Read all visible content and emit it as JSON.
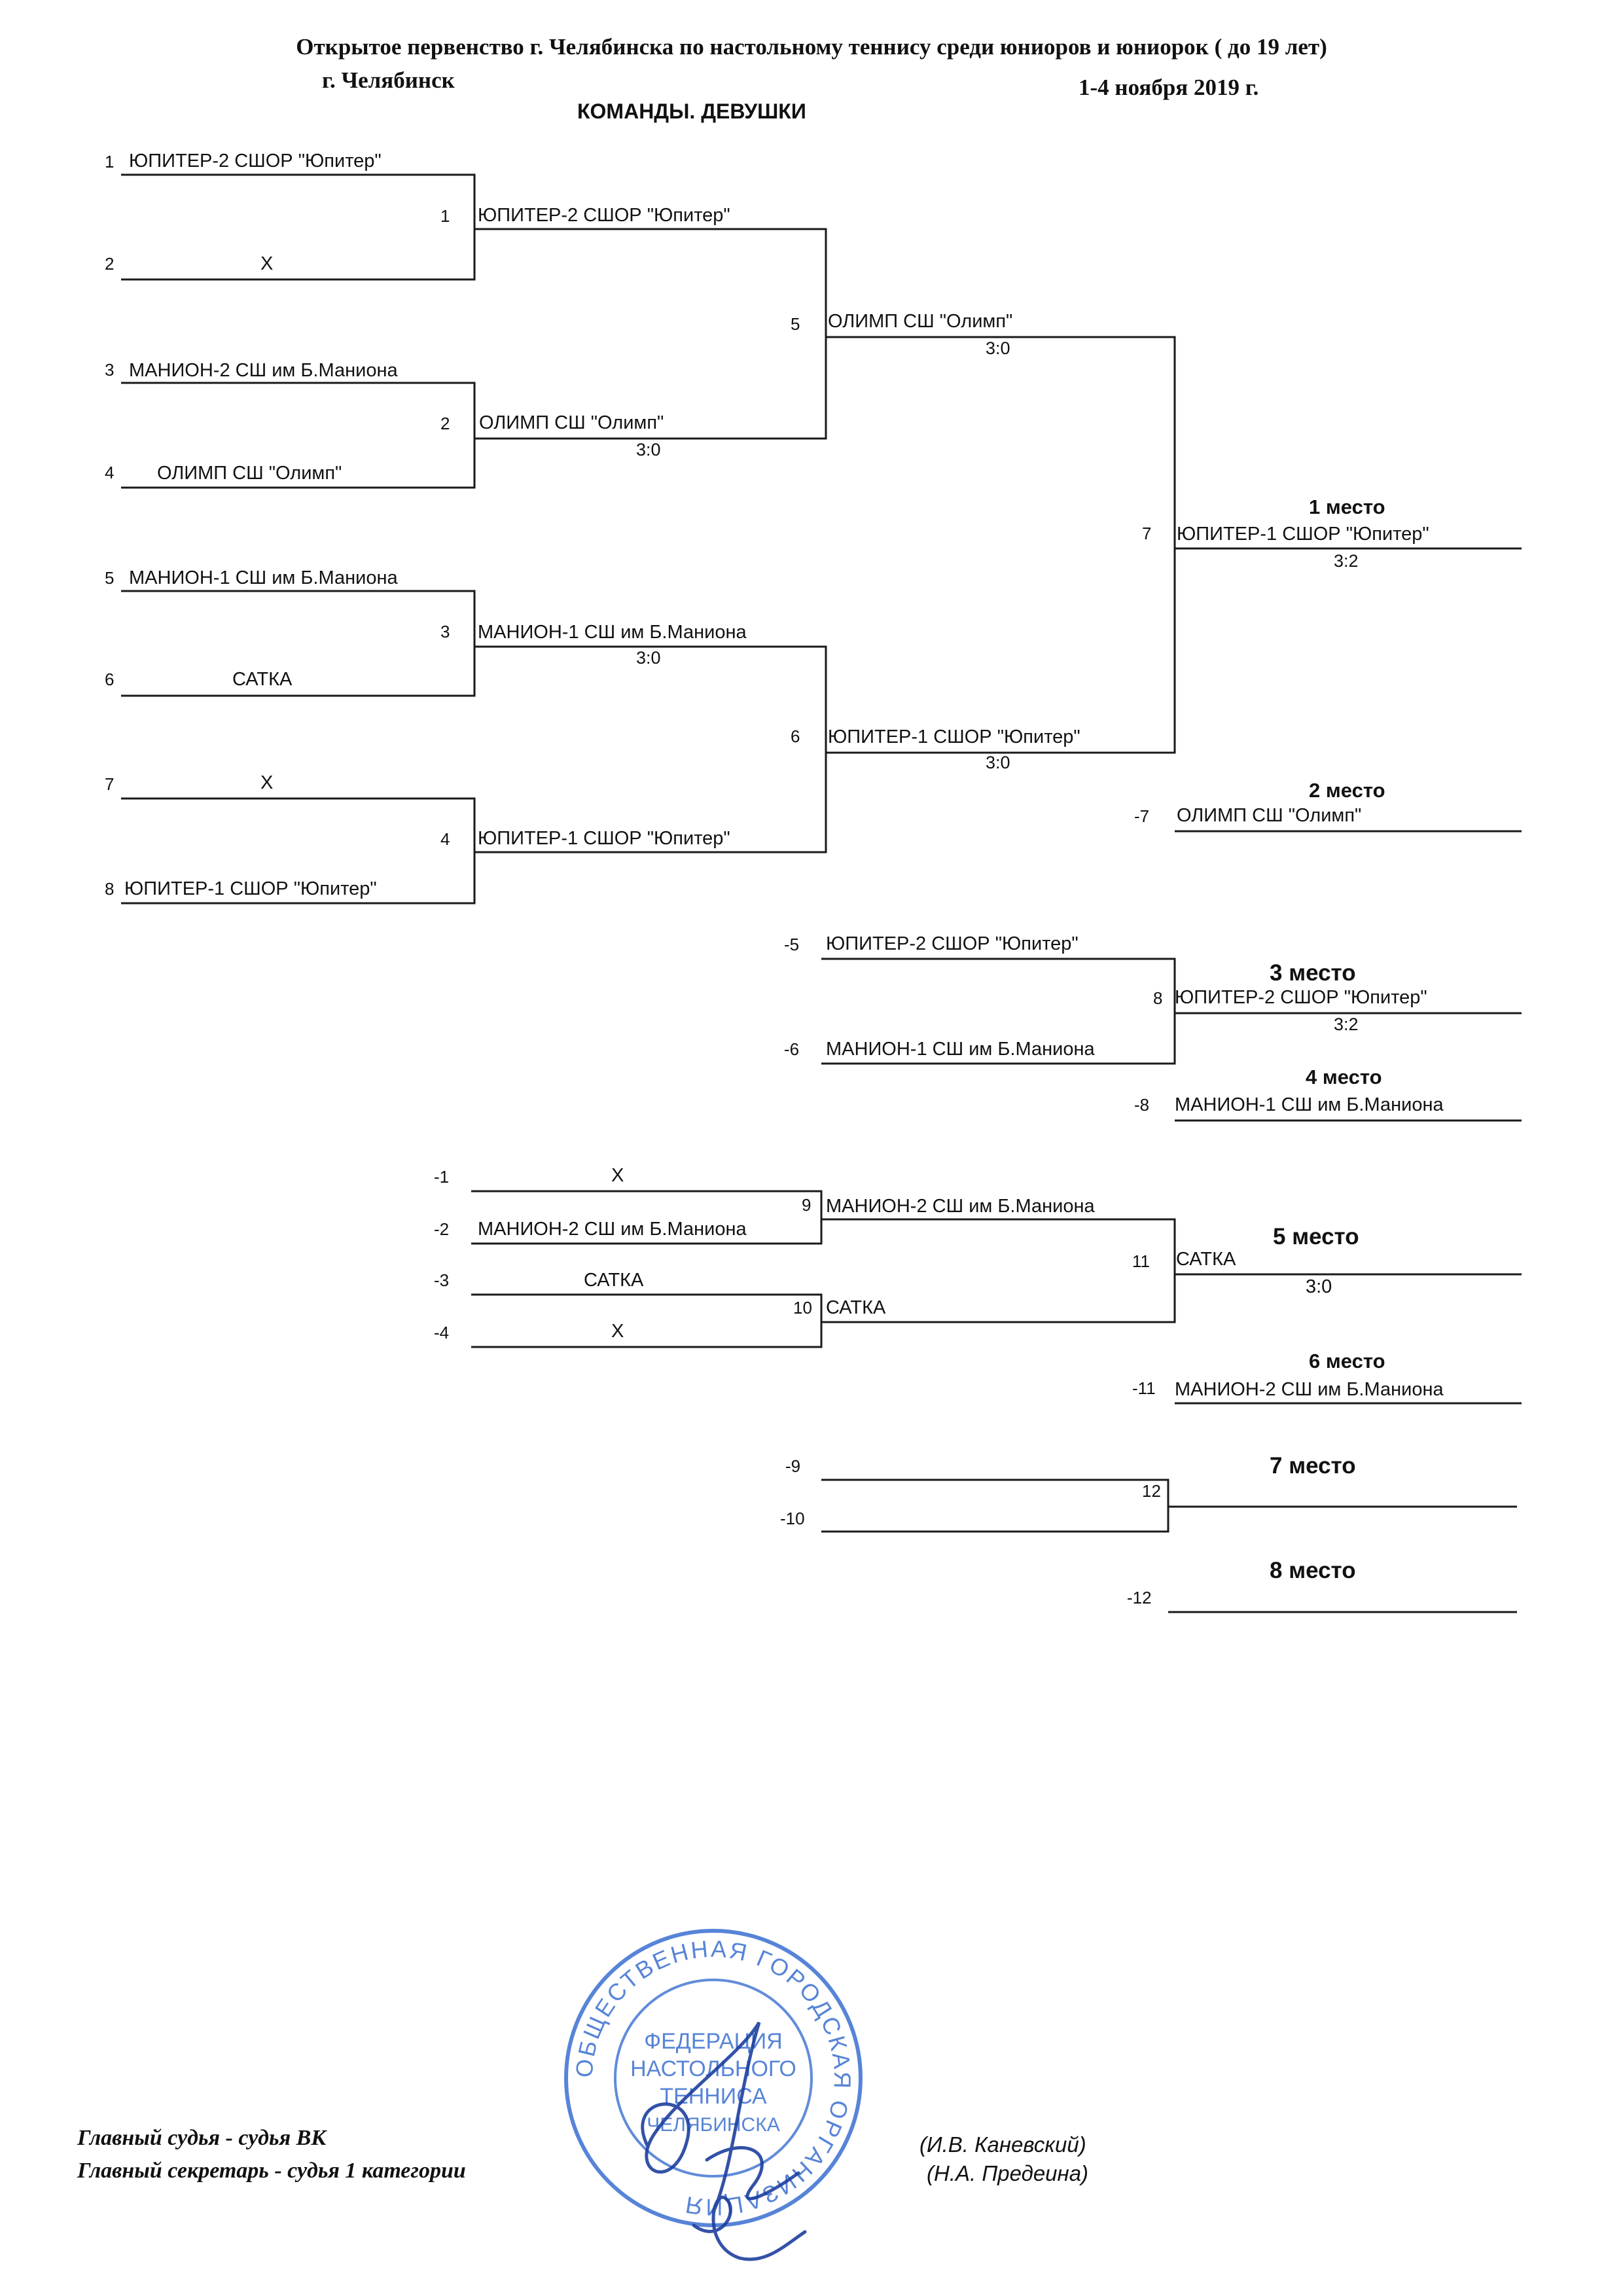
{
  "header": {
    "title": "Открытое первенство г. Челябинска по настольному теннису среди юниоров и юниорок ( до 19 лет)",
    "city": "г. Челябинск",
    "dates": "1-4 ноября 2019 г.",
    "category": "КОМАНДЫ.  ДЕВУШКИ"
  },
  "round1": [
    {
      "seed": "1",
      "team": "ЮПИТЕР-2   СШОР \"Юпитер\""
    },
    {
      "seed": "2",
      "team": "Х"
    },
    {
      "seed": "3",
      "team": "МАНИОН-2  СШ им Б.Маниона"
    },
    {
      "seed": "4",
      "team": "ОЛИМП    СШ \"Олимп\""
    },
    {
      "seed": "5",
      "team": "МАНИОН-1 СШ им Б.Маниона"
    },
    {
      "seed": "6",
      "team": "САТКА"
    },
    {
      "seed": "7",
      "team": "Х"
    },
    {
      "seed": "8",
      "team": "ЮПИТЕР-1   СШОР \"Юпитер\""
    }
  ],
  "round2": [
    {
      "match": "1",
      "team": "ЮПИТЕР-2   СШОР \"Юпитер\"",
      "score": ""
    },
    {
      "match": "2",
      "team": "ОЛИМП    СШ \"Олимп\"",
      "score": "3:0"
    },
    {
      "match": "3",
      "team": "МАНИОН-1 СШ им Б.Маниона",
      "score": "3:0"
    },
    {
      "match": "4",
      "team": "ЮПИТЕР-1   СШОР \"Юпитер\"",
      "score": ""
    }
  ],
  "semis": [
    {
      "match": "5",
      "team": "ОЛИМП    СШ \"Олимп\"",
      "score": "3:0"
    },
    {
      "match": "6",
      "team": "ЮПИТЕР-1   СШОР \"Юпитер\"",
      "score": "3:0"
    }
  ],
  "final": {
    "match": "7",
    "place_label": "1 место",
    "team": "ЮПИТЕР-1   СШОР \"Юпитер\"",
    "score": "3:2"
  },
  "second": {
    "ref": "-7",
    "place_label": "2 место",
    "team": "ОЛИМП    СШ \"Олимп\""
  },
  "third_bracket": {
    "entries": [
      {
        "ref": "-5",
        "team": "ЮПИТЕР-2   СШОР \"Юпитер\""
      },
      {
        "ref": "-6",
        "team": "МАНИОН-1 СШ им Б.Маниона"
      }
    ],
    "match": "8",
    "place3_label": "3 место",
    "place3_team": "ЮПИТЕР-2   СШОР \"Юпитер\"",
    "place3_score": "3:2",
    "place4_ref": "-8",
    "place4_label": "4 место",
    "place4_team": "МАНИОН-1 СШ им Б.Маниона"
  },
  "consolation": {
    "entries": [
      {
        "ref": "-1",
        "team": "Х"
      },
      {
        "ref": "-2",
        "team": "МАНИОН-2 СШ им Б.Маниона"
      },
      {
        "ref": "-3",
        "team": "САТКА"
      },
      {
        "ref": "-4",
        "team": "Х"
      }
    ],
    "m9": {
      "match": "9",
      "team": "МАНИОН-2  СШ им Б.Маниона"
    },
    "m10": {
      "match": "10",
      "team": "САТКА"
    },
    "m11": {
      "match": "11",
      "place_label": "5 место",
      "team": "САТКА",
      "score": "3:0"
    },
    "place6": {
      "ref": "-11",
      "place_label": "6 место",
      "team": "МАНИОН-2  СШ им Б.Маниона"
    }
  },
  "lower": {
    "entries": [
      {
        "ref": "-9",
        "team": ""
      },
      {
        "ref": "-10",
        "team": ""
      }
    ],
    "m12": {
      "match": "12",
      "place_label": "7 место",
      "team": ""
    },
    "place8": {
      "ref": "-12",
      "place_label": "8 место",
      "team": ""
    }
  },
  "footer": {
    "chief_judge_title": "Главный судья - судья ВК",
    "chief_judge_name": "(И.В. Каневский)",
    "chief_secretary_title": "Главный секретарь - судья 1 категории",
    "chief_secretary_name": "(Н.А. Предеина)"
  },
  "stamp": {
    "color": "#3a6fd1",
    "ring_text": "ОБЩЕСТВЕННАЯ  ГОРОДСКАЯ  ОРГАНИЗАЦИЯ",
    "center_lines": [
      "ФЕДЕРАЦИЯ",
      "НАСТОЛЬНОГО",
      "ТЕННИСА",
      "ЧЕЛЯБИНСКА"
    ]
  },
  "colors": {
    "line": "#1a1a1a",
    "text": "#111111"
  }
}
